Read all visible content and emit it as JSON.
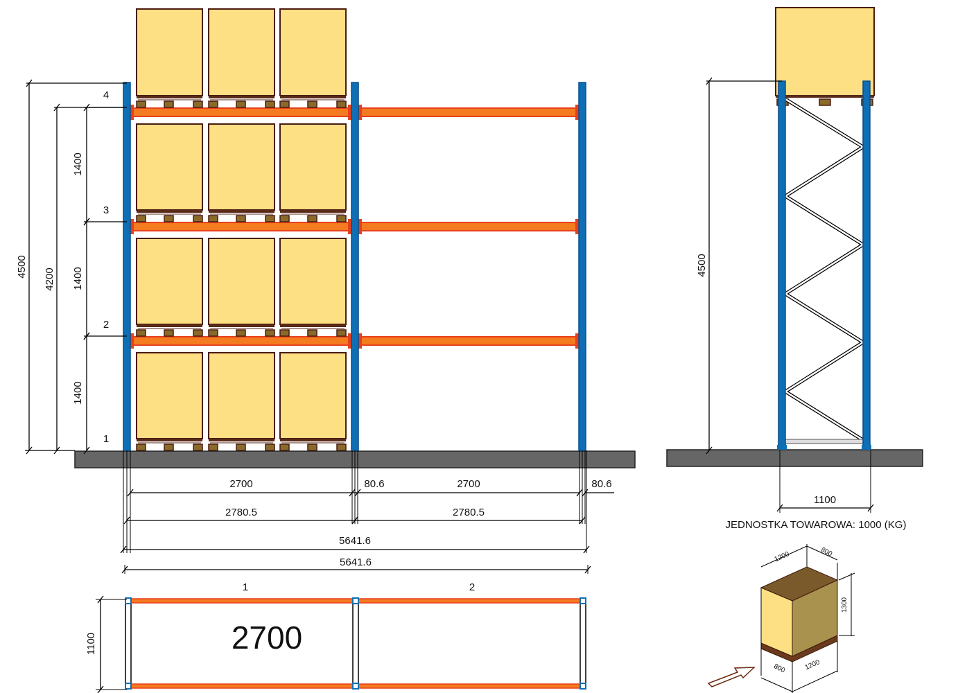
{
  "colors": {
    "upright": "#0f6fb5",
    "upright_edge": "#0a4f8a",
    "beam": "#f47b20",
    "beam_edge": "#e8401c",
    "load": "#fddf84",
    "load_edge": "#4a1c10",
    "pallet": "#8a6a2a",
    "floor": "#666666",
    "box_top": "#7a5a2a",
    "box_side": "#a8924e"
  },
  "front_view": {
    "levels": [
      "1",
      "2",
      "3",
      "4"
    ],
    "height_dims": {
      "total": "4500",
      "top_beam": "4200",
      "level_pitch": [
        "1400",
        "1400",
        "1400"
      ]
    },
    "width_dims": {
      "beam_clear": [
        "2700",
        "2700"
      ],
      "upright_width": [
        "80.6",
        "80.6"
      ],
      "bay_pitch": [
        "2780.5",
        "2780.5"
      ],
      "overall": "5641.6"
    }
  },
  "plan_view": {
    "overall": "5641.6",
    "bays": [
      "1",
      "2"
    ],
    "beam_length": "2700",
    "depth": "1100"
  },
  "side_view": {
    "height": "4500",
    "depth": "1100",
    "unit_title": "JEDNOSTKA TOWAROWA: 1000 (KG)"
  },
  "unit_load": {
    "width_top": "1200",
    "depth_top": "800",
    "height": "1300",
    "depth_bottom": "800",
    "width_bottom": "1200"
  }
}
